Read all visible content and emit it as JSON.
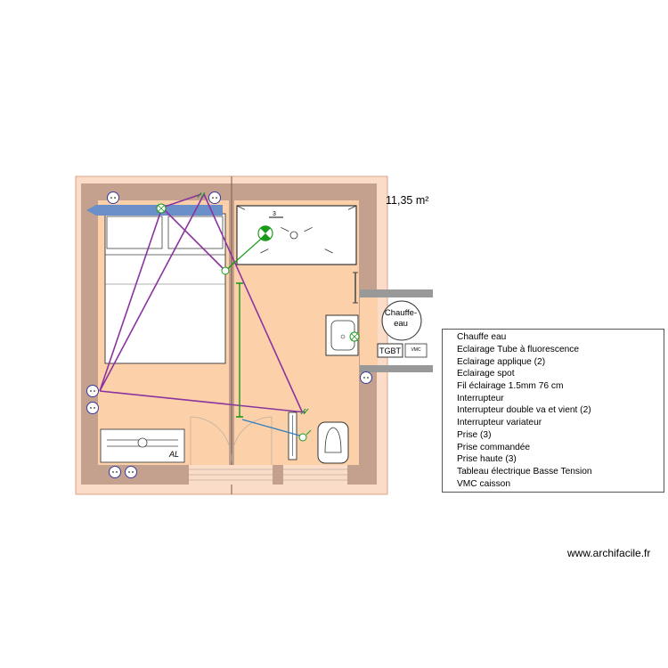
{
  "area": {
    "label": "11,35 m²"
  },
  "watermark": "www.archifacile.fr",
  "fixtures": {
    "water_heater_label": "Chauffe-eau",
    "panel_label": "TGBT",
    "vmc_label": "VMC",
    "device_label": "AL",
    "shower_count": "3"
  },
  "legend": [
    {
      "icon": "water-heater-icon",
      "label": "Chauffe eau"
    },
    {
      "icon": "fluorescent-tube-icon",
      "label": "Eclairage Tube à fluorescence"
    },
    {
      "icon": "wall-light-icon",
      "label": "Eclairage applique (2)"
    },
    {
      "icon": "spotlight-icon",
      "label": "Eclairage spot"
    },
    {
      "icon": "wire-icon",
      "label": "Fil éclairage 1.5mm 76 cm"
    },
    {
      "icon": "switch-icon",
      "label": "Interrupteur"
    },
    {
      "icon": "two-way-switch-icon",
      "label": "Interrupteur double va et vient (2)"
    },
    {
      "icon": "dimmer-switch-icon",
      "label": "Interrupteur variateur"
    },
    {
      "icon": "outlet-icon",
      "label": "Prise (3)"
    },
    {
      "icon": "switched-outlet-icon",
      "label": "Prise commandée"
    },
    {
      "icon": "high-outlet-icon",
      "label": "Prise haute (3)"
    },
    {
      "icon": "electrical-panel-icon",
      "label": "Tableau électrique Basse Tension"
    },
    {
      "icon": "vmc-unit-icon",
      "label": "VMC caisson"
    }
  ],
  "colors": {
    "site": "#fbdcc9",
    "floor": "#fcd1aa",
    "wall": "#c4a18e",
    "lighting_wire": "#8b33a1",
    "switch_wire": "#2f7fbf",
    "fluorescent": "#1a9a1a",
    "gray_wall": "#999999",
    "outlet": "#3a3a9a"
  }
}
